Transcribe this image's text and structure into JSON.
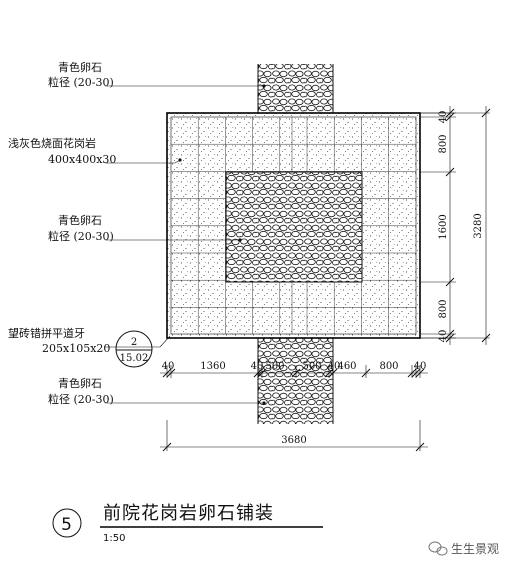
{
  "labels": {
    "pebble_top_1": "青色卵石",
    "pebble_top_2": "粒径 (20-30)",
    "granite_1": "浅灰色烧面花岗岩",
    "granite_2": "400x400x30",
    "pebble_mid_1": "青色卵石",
    "pebble_mid_2": "粒径 (20-30)",
    "brick_1": "望砖错拼平道牙",
    "brick_2": "205x105x20",
    "pebble_bot_1": "青色卵石",
    "pebble_bot_2": "粒径 (20-30)"
  },
  "detail_ref": {
    "number": "2",
    "sheet": "15.02"
  },
  "dims_bottom": [
    "40",
    "1360",
    "40",
    "500",
    "500",
    "40",
    "460",
    "800",
    "40"
  ],
  "dims_total": "3680",
  "dims_right": [
    "40",
    "800",
    "1600",
    "800",
    "40"
  ],
  "dims_right_total": "3280",
  "title": {
    "number": "5",
    "text": "前院花岗岩卵石铺装",
    "scale": "1:50"
  },
  "watermark": "生生景观"
}
